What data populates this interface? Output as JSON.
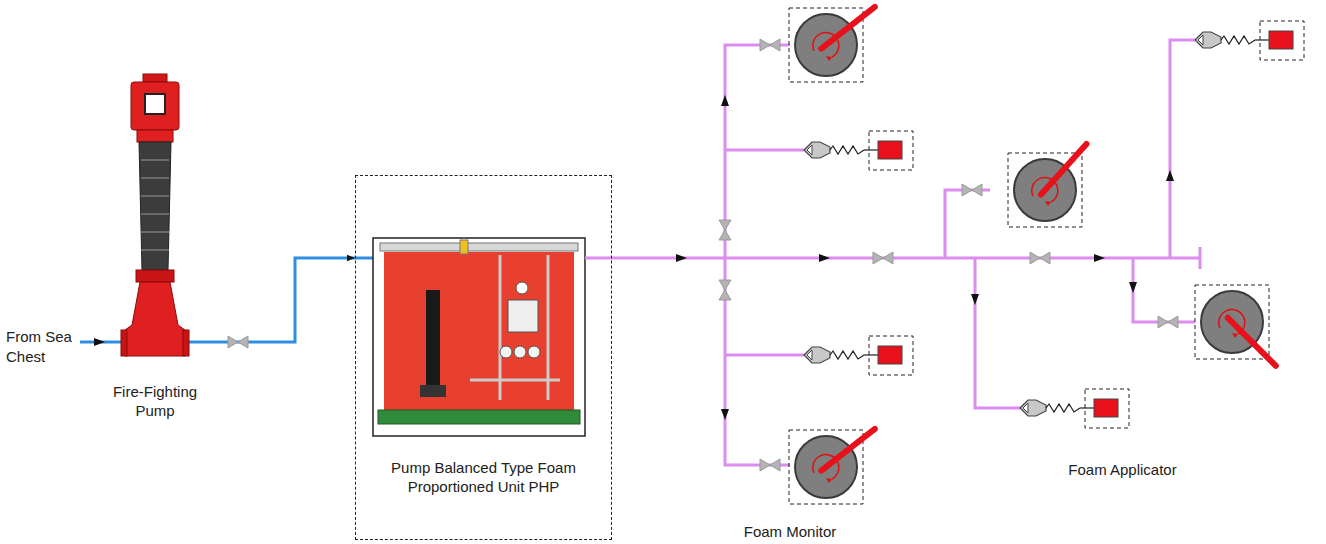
{
  "diagram": {
    "nodes": [
      {
        "text": [
          "Fire-Fighting Pump"
        ]
      },
      {
        "text": [
          "Pump Balanced Type Foam Proportioned Unit PHP"
        ]
      }
    ],
    "edges": [
      {
        "from": 0,
        "to": 1,
        "arrow": "to"
      }
    ],
    "labels": [
      "From Sea Chest",
      "Foam Monitor",
      "Foam Applicator"
    ]
  }
}
